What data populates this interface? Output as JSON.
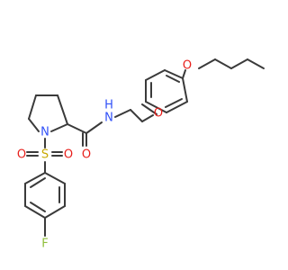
{
  "molecule": {
    "atoms": {
      "O_ether_top": {
        "label": "O",
        "color": "#e8201c"
      },
      "O_ether_mid": {
        "label": "O",
        "color": "#e8201c"
      },
      "N_amide": {
        "label": "N",
        "color": "#3050f8"
      },
      "H_amide": {
        "label": "H",
        "color": "#3050f8"
      },
      "O_amide": {
        "label": "O",
        "color": "#e8201c"
      },
      "N_ring": {
        "label": "N",
        "color": "#3050f8"
      },
      "S_sulfonyl": {
        "label": "S",
        "color": "#c8a800"
      },
      "O_sulfonyl_left": {
        "label": "O",
        "color": "#e8201c"
      },
      "O_sulfonyl_right": {
        "label": "O",
        "color": "#e8201c"
      },
      "F_fluoro": {
        "label": "F",
        "color": "#8fbf3a"
      }
    },
    "bond_color": "#3a3a3a"
  }
}
